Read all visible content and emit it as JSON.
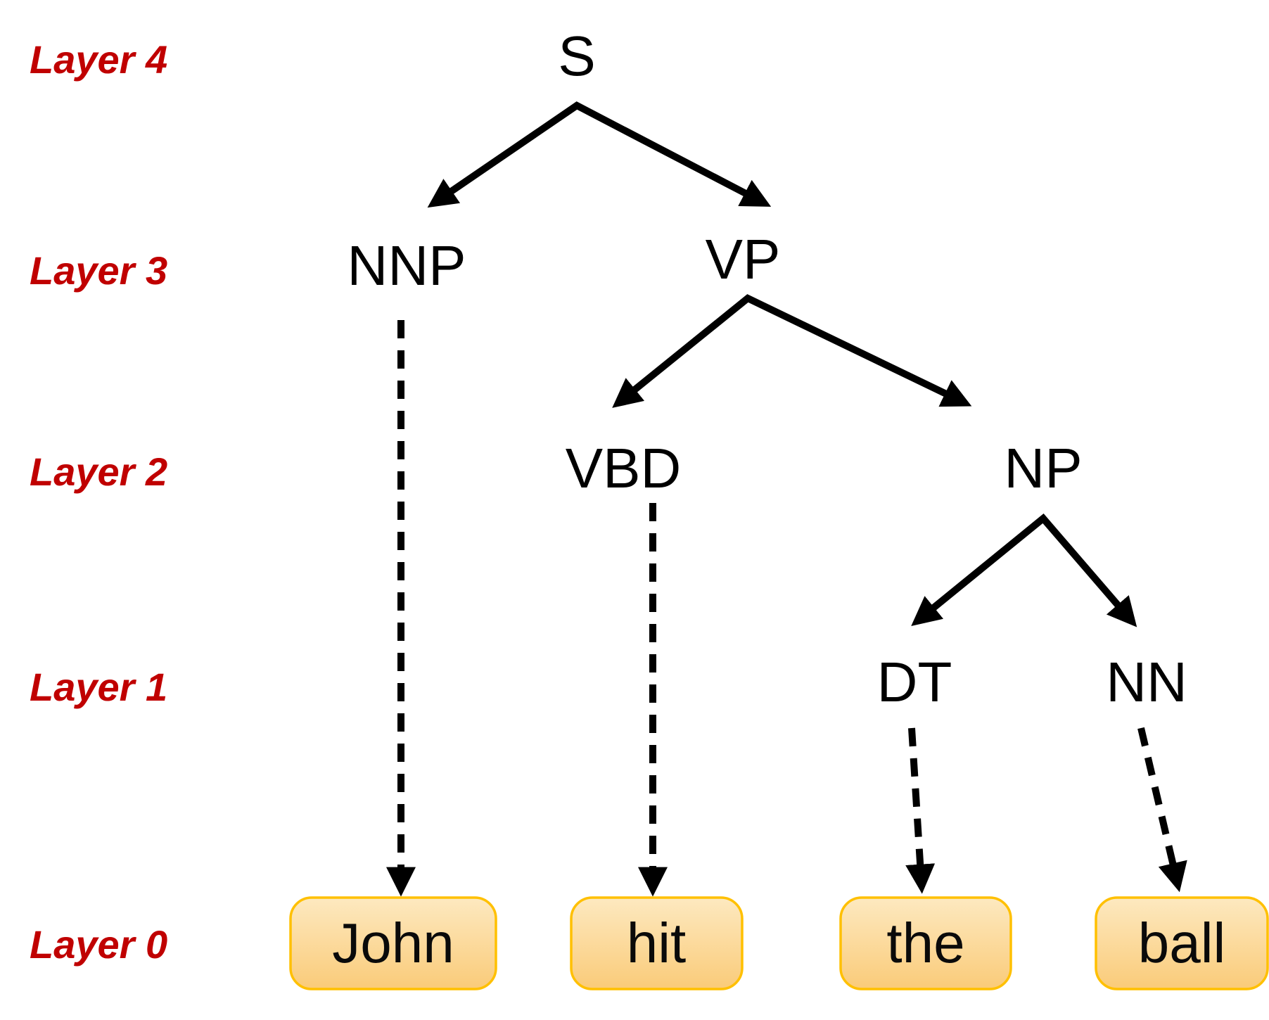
{
  "figure": {
    "description": "Constituency parse tree of the sentence John hit the ball, annotated with layer numbers",
    "sentence": "John hit the ball"
  },
  "layer_labels": [
    {
      "label": "Layer 4"
    },
    {
      "label": "Layer 3"
    },
    {
      "label": "Layer 2"
    },
    {
      "label": "Layer 1"
    },
    {
      "label": "Layer 0"
    }
  ],
  "tree": {
    "nodes": {
      "s": {
        "label": "S"
      },
      "nnp": {
        "label": "NNP"
      },
      "vp": {
        "label": "VP"
      },
      "vbd": {
        "label": "VBD"
      },
      "np": {
        "label": "NP"
      },
      "dt": {
        "label": "DT"
      },
      "nn": {
        "label": "NN"
      }
    },
    "words": {
      "john": {
        "label": "John"
      },
      "hit": {
        "label": "hit"
      },
      "the": {
        "label": "the"
      },
      "ball": {
        "label": "ball"
      }
    },
    "edges_solid": [
      {
        "from": "S",
        "to": "NNP"
      },
      {
        "from": "S",
        "to": "VP"
      },
      {
        "from": "VP",
        "to": "VBD"
      },
      {
        "from": "VP",
        "to": "NP"
      },
      {
        "from": "NP",
        "to": "DT"
      },
      {
        "from": "NP",
        "to": "NN"
      }
    ],
    "edges_dashed": [
      {
        "from": "NNP",
        "to": "John"
      },
      {
        "from": "VBD",
        "to": "hit"
      },
      {
        "from": "DT",
        "to": "the"
      },
      {
        "from": "NN",
        "to": "ball"
      }
    ]
  },
  "colors": {
    "layer_label": "#C00000",
    "arrow": "#000000",
    "node_text": "#000000",
    "word_text": "#0A0A0A",
    "word_box_border": "#FFC000",
    "word_box_fill_top": "#FDE9C0",
    "word_box_fill_bottom": "#FACB79"
  }
}
